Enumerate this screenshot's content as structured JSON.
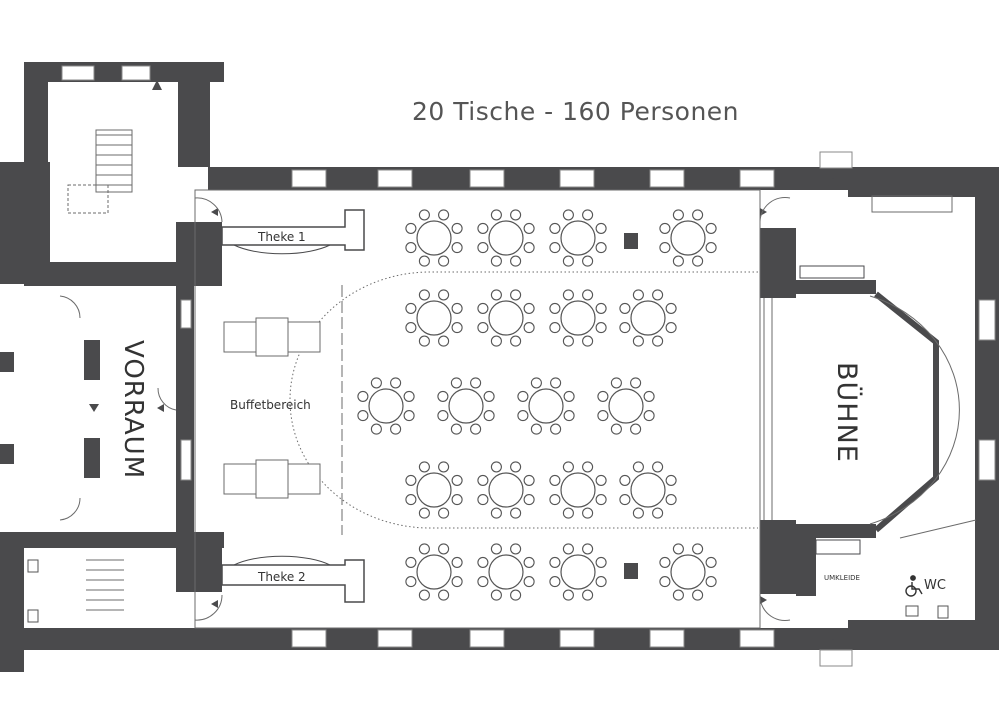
{
  "header": {
    "title": "20 Tische - 160 Personen"
  },
  "rooms": {
    "vorraum": "VORRAUM",
    "buffet": "Buffetbereich",
    "theke1": "Theke 1",
    "theke2": "Theke 2",
    "buehne": "BÜHNE",
    "umkleide": "UMKLEIDE",
    "wc": "WC"
  },
  "seating": {
    "tables": 20,
    "seats_per_table": 8,
    "persons": 160
  },
  "colors": {
    "wall": "#4a4a4c",
    "line": "#6b6b6b",
    "background": "#ffffff"
  },
  "icons": [
    "wheelchair-icon",
    "toilet-icon",
    "door-arrow-icon",
    "stair-icon"
  ]
}
